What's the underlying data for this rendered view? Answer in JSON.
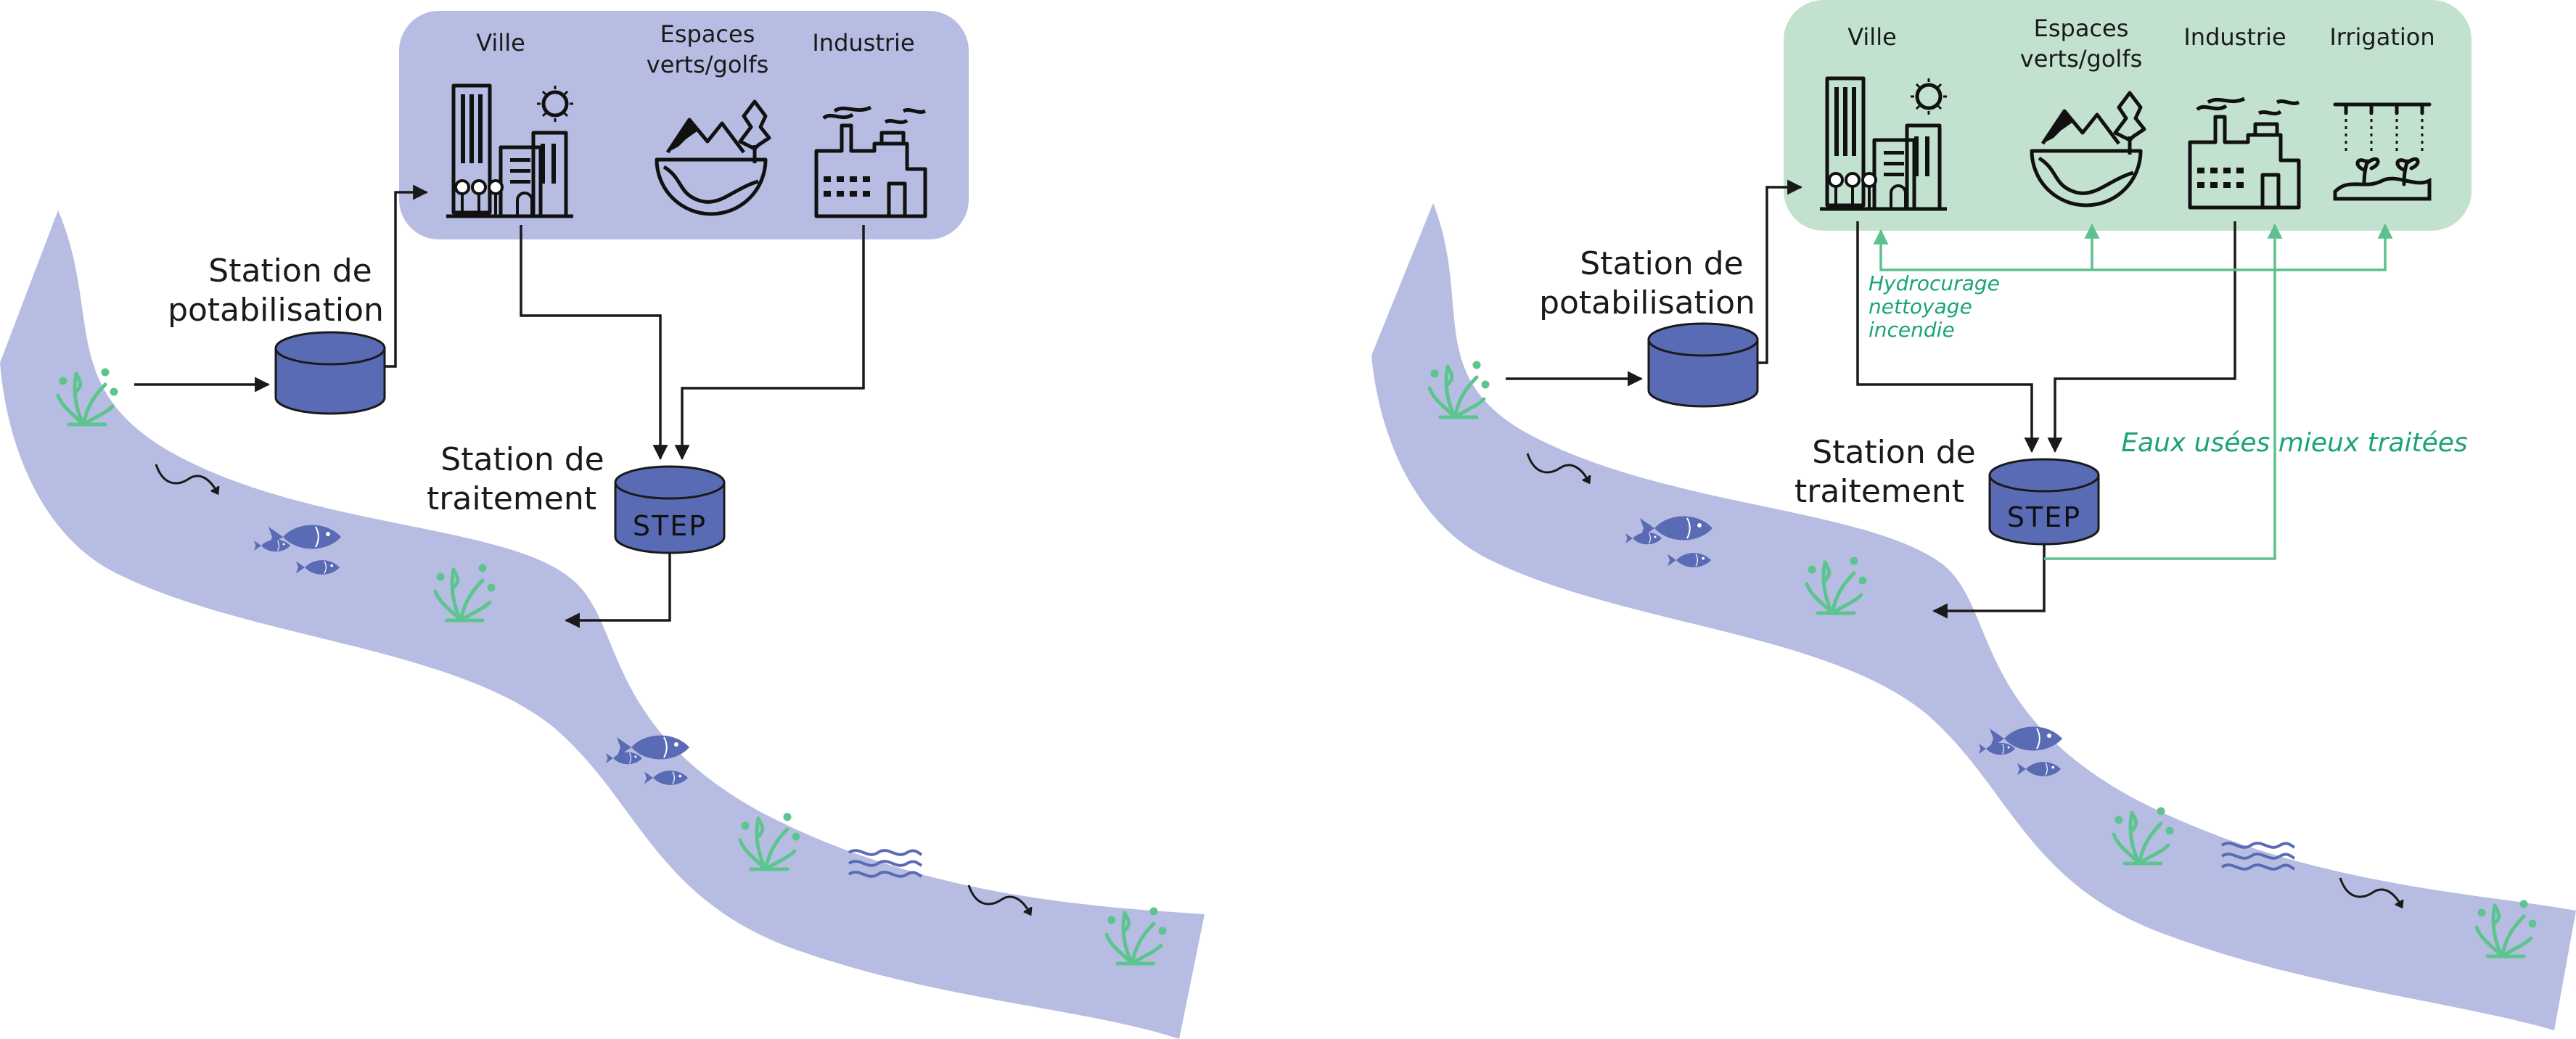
{
  "colors": {
    "river": "#b7bde2",
    "box_left": "#b7bde2",
    "box_right": "#c2e2cf",
    "tank": "#5a6bb5",
    "fish": "#5a6bb5",
    "plant": "#5cc58f",
    "flow_dark": "#1a1a1a",
    "flow_green": "#5cc08f",
    "green_text": "#1aa37a"
  },
  "left": {
    "users": {
      "ville": "Ville",
      "espaces_line1": "Espaces",
      "espaces_line2": "verts/golfs",
      "industrie": "Industrie"
    },
    "potabilisation_line1": "Station de",
    "potabilisation_line2": "potabilisation",
    "traitement_line1": "Station de",
    "traitement_line2": "traitement",
    "step": "STEP"
  },
  "right": {
    "users": {
      "ville": "Ville",
      "espaces_line1": "Espaces",
      "espaces_line2": "verts/golfs",
      "industrie": "Industrie",
      "irrigation": "Irrigation"
    },
    "potabilisation_line1": "Station de",
    "potabilisation_line2": "potabilisation",
    "traitement_line1": "Station de",
    "traitement_line2": "traitement",
    "step": "STEP",
    "reuse_line1": "Hydrocurage",
    "reuse_line2": "nettoyage",
    "reuse_line3": "incendie",
    "eaux_usees": "Eaux usées mieux traitées"
  },
  "icons": [
    "city-icon",
    "sun-icon",
    "park-icon",
    "factory-icon",
    "irrigation-icon",
    "fish-icon",
    "seaweed-icon",
    "wave-icon",
    "current-arrow-icon"
  ]
}
